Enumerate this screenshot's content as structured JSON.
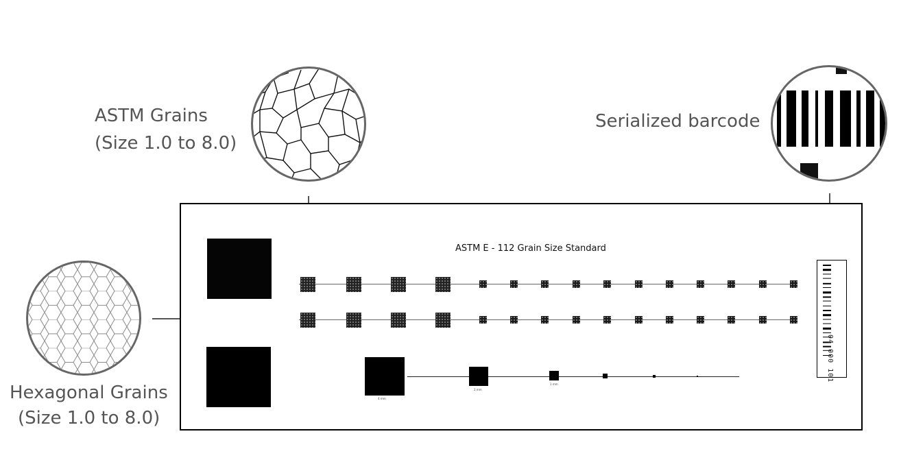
{
  "callouts": {
    "astm_grains": {
      "line1": "ASTM Grains",
      "line2": "(Size 1.0 to 8.0)"
    },
    "hexagonal_grains": {
      "line1": "Hexagonal Grains",
      "line2": "(Size 1.0 to 8.0)"
    },
    "barcode": {
      "label": "Serialized barcode"
    }
  },
  "plate": {
    "title": "ASTM E - 112 Grain Size Standard",
    "barcode_number": "04 000 101",
    "scale_labels": [
      "4 mm",
      "2 mm",
      "1 mm",
      "",
      "",
      "",
      ""
    ]
  },
  "colors": {
    "label_gray": "#555555",
    "ink": "#000000"
  }
}
